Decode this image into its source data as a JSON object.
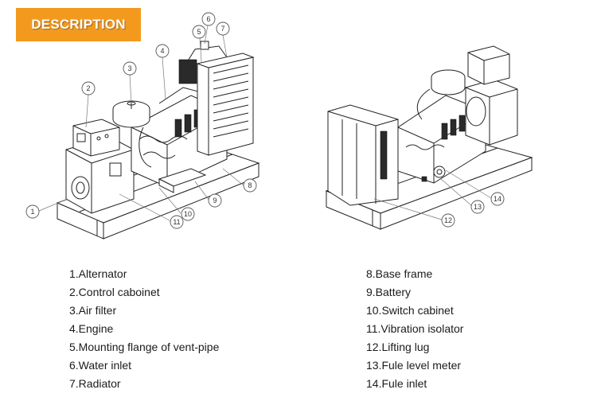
{
  "header": {
    "title": "DESCRIPTION"
  },
  "colors": {
    "badge": "#f39a1e",
    "badge_text": "#ffffff",
    "line_art": "#222222"
  },
  "legend_left": [
    "1.Alternator",
    "2.Control caboinet",
    "3.Air filter",
    "4.Engine",
    "5.Mounting flange of vent-pipe",
    "6.Water inlet",
    "7.Radiator"
  ],
  "legend_right": [
    "8.Base frame",
    "9.Battery",
    "10.Switch cabinet",
    "11.Vibration isolator",
    "12.Lifting lug",
    "13.Fule level meter",
    "14.Fule inlet"
  ],
  "callouts": {
    "left": [
      "1",
      "2",
      "3",
      "4",
      "5",
      "6",
      "7",
      "8",
      "9",
      "10",
      "11"
    ],
    "right": [
      "12",
      "13",
      "14"
    ]
  }
}
